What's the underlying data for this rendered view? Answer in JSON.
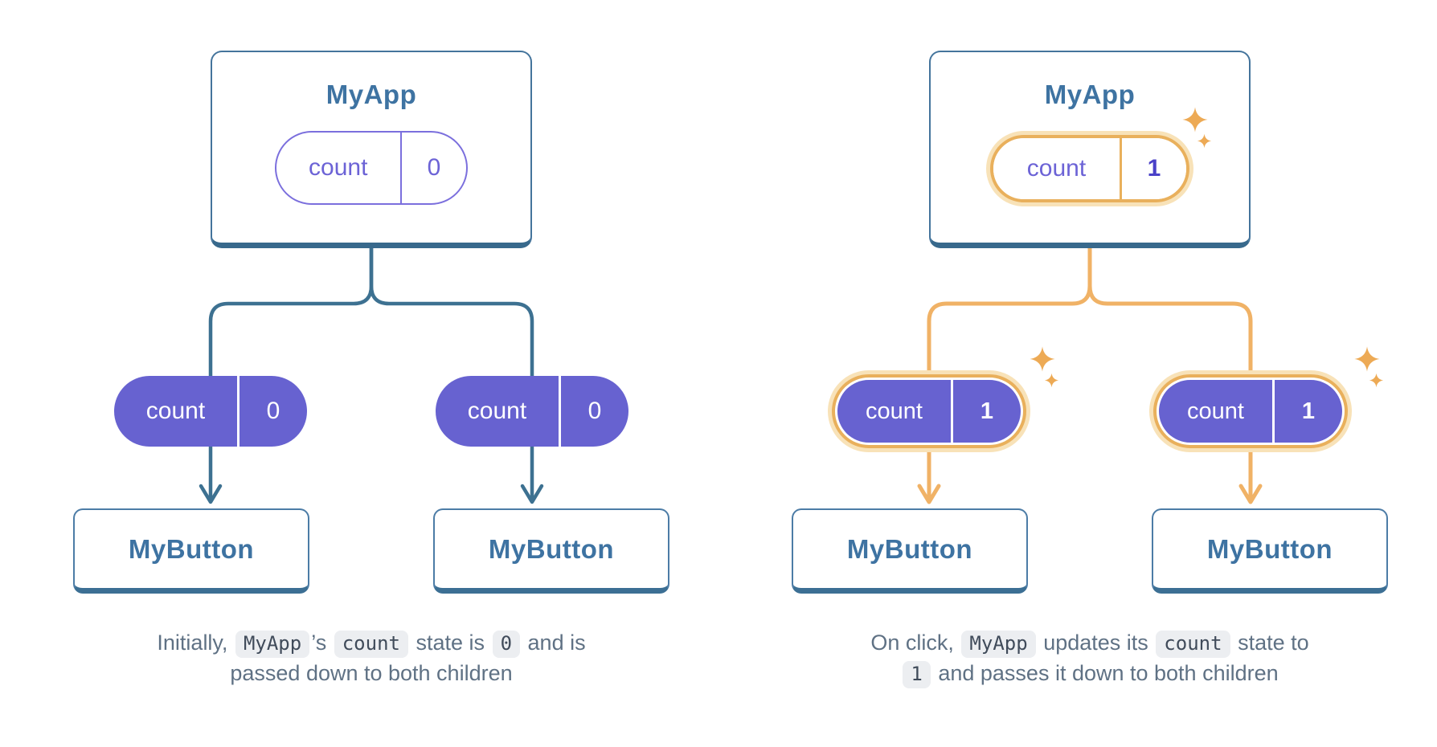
{
  "colors": {
    "box_border_blue": "#44749c",
    "box_border_blue_dark": "#38698c",
    "node_text_blue": "#3e73a2",
    "connector_blue": "#3d7191",
    "connector_orange": "#f0b266",
    "pill_purple_fill": "#6762d0",
    "pill_outline_purple": "#7b6fdd",
    "pill_text_purple": "#6c63d6",
    "pill_value_purple_bold": "#4a41c8",
    "highlight_ring_orange": "#e9b05c",
    "highlight_ring_cream": "#f8e2b8",
    "sparkle_orange": "#edaa55",
    "caption_text": "#5f7184",
    "code_chip_bg": "#eceef1",
    "code_chip_text": "#404b5a"
  },
  "figures": [
    {
      "app": {
        "title": "MyApp",
        "state": {
          "label": "count",
          "value": "0"
        }
      },
      "children": [
        {
          "pill": {
            "label": "count",
            "value": "0"
          },
          "box": "MyButton"
        },
        {
          "pill": {
            "label": "count",
            "value": "0"
          },
          "box": "MyButton"
        }
      ],
      "caption": {
        "line1": {
          "t1": "Initially,",
          "c1": "MyApp",
          "t2": "’s",
          "c2": "count",
          "t3": "state is",
          "c3": "0",
          "t4": "and is"
        },
        "line2": {
          "t1": "passed down to both children"
        }
      }
    },
    {
      "app": {
        "title": "MyApp",
        "state": {
          "label": "count",
          "value": "1"
        }
      },
      "children": [
        {
          "pill": {
            "label": "count",
            "value": "1"
          },
          "box": "MyButton"
        },
        {
          "pill": {
            "label": "count",
            "value": "1"
          },
          "box": "MyButton"
        }
      ],
      "caption": {
        "line1": {
          "t1": "On click,",
          "c1": "MyApp",
          "t2": "updates its",
          "c2": "count",
          "t3": "state to"
        },
        "line2": {
          "c1": "1",
          "t1": "and passes it down to both children"
        }
      }
    }
  ]
}
